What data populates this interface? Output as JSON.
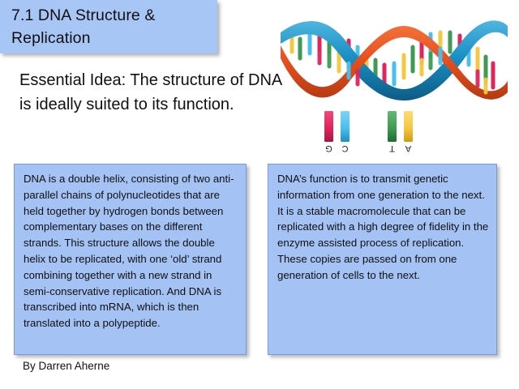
{
  "slide": {
    "title": "7.1 DNA Structure & Replication",
    "essential_idea": "Essential Idea: The structure of DNA is ideally suited to its function.",
    "byline": "By Darren Aherne"
  },
  "boxes": {
    "structure": {
      "text": "DNA is a double helix, consisting of two anti-parallel chains of polynucleotides that are held together by hydrogen bonds between complementary bases on the different strands. This structure allows the double helix to be replicated, with one ‘old’ strand combining together with a new strand in semi-conservative replication. And DNA is transcribed into mRNA, which is then translated into a polypeptide."
    },
    "function": {
      "text": "DNA’s function is to transmit genetic information from one generation to the next. It is a stable macromolecule that can be replicated with a high degree of fidelity in the enzyme assisted process of replication. These copies are passed on from one generation of cells to the next."
    }
  },
  "figure": {
    "name": "dna-double-helix-illustration",
    "strand_colors": {
      "strand_a": "#e8501f",
      "strand_a_dark": "#b53a12",
      "strand_b": "#1b8fc4",
      "strand_b_dark": "#10648f"
    },
    "legend": {
      "pairs": [
        {
          "left": {
            "letter": "G",
            "color": "#e0245e"
          },
          "right": {
            "letter": "C",
            "color": "#49c0f0"
          }
        },
        {
          "left": {
            "letter": "T",
            "color": "#3f9b53"
          },
          "right": {
            "letter": "A",
            "color": "#f5c842"
          }
        }
      ]
    }
  },
  "colors": {
    "title_banner_bg": "#a8c6f5",
    "content_box_bg": "#a4c2f4",
    "content_box_border": "#7a9ad6",
    "page_bg": "#ffffff",
    "text": "#101010"
  }
}
